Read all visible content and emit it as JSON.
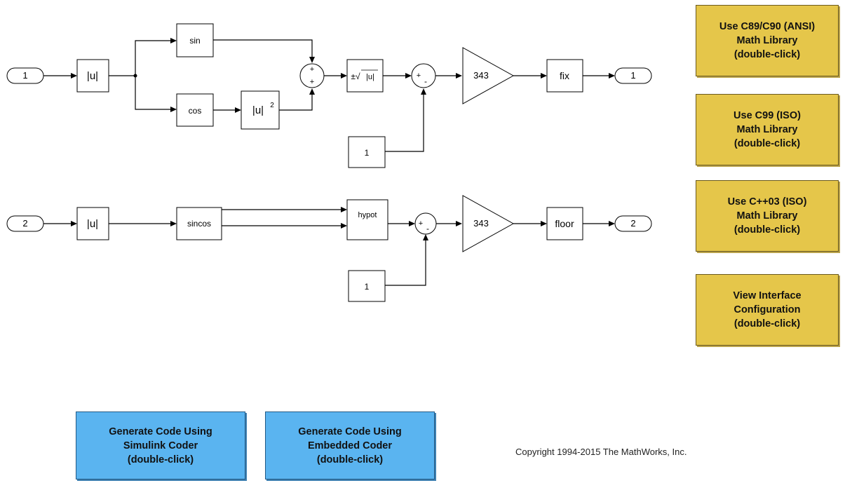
{
  "diagram": {
    "inports": [
      "1",
      "2"
    ],
    "outports": [
      "1",
      "2"
    ],
    "abs_label": "|u|",
    "sin_label": "sin",
    "cos_label": "cos",
    "square_base": "|u|",
    "square_exp": "2",
    "sum_signs": [
      "+",
      "+"
    ],
    "sqrt_label_prefix": "±√",
    "sqrt_label_arg": "|u|",
    "subtract_signs": [
      "+",
      "-"
    ],
    "const_value": "1",
    "gain_value": "343",
    "fix_label": "fix",
    "sincos_label": "sincos",
    "hypot_label": "hypot",
    "floor_label": "floor"
  },
  "buttons": {
    "c89": "Use C89/C90 (ANSI)\nMath Library\n(double-click)",
    "c99": "Use C99 (ISO)\nMath Library\n(double-click)",
    "cpp03": "Use C++03 (ISO)\nMath Library\n(double-click)",
    "interface": "View Interface\nConfiguration\n(double-click)",
    "simulink": "Generate Code Using\nSimulink Coder\n(double-click)",
    "embedded": "Generate Code Using\nEmbedded Coder\n(double-click)"
  },
  "colors": {
    "config_button": "#e5c64a",
    "generate_button": "#5ab4f0"
  },
  "copyright": "Copyright 1994-2015 The MathWorks, Inc."
}
